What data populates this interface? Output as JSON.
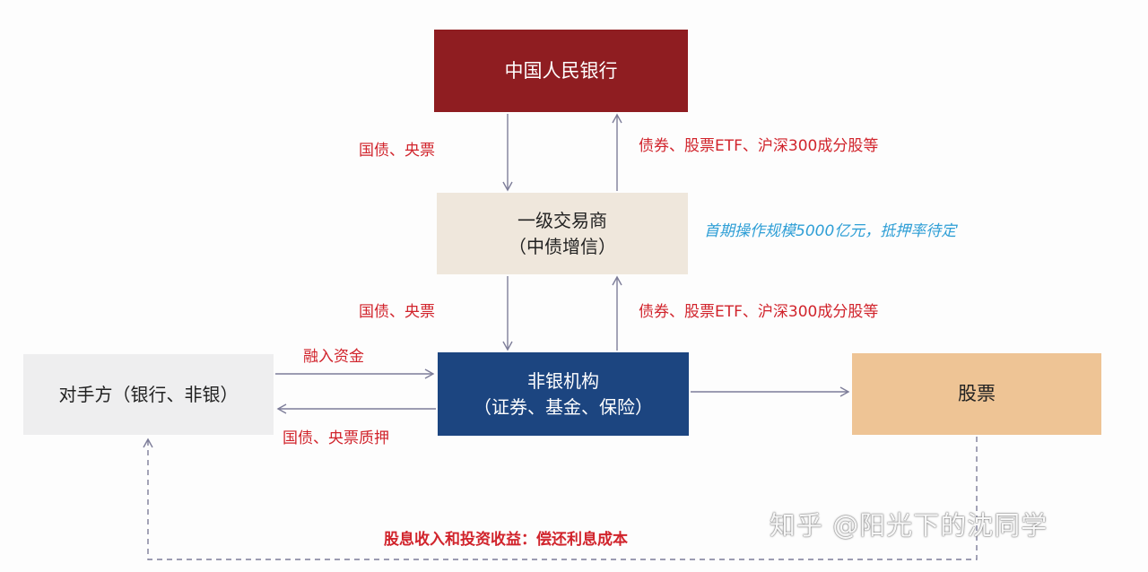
{
  "nodes": {
    "pboc": "中国人民银行",
    "dealer_line1": "一级交易商",
    "dealer_line2": "（中债增信）",
    "nonbank_line1": "非银机构",
    "nonbank_line2": "（证券、基金、保险）",
    "counterparty": "对手方（银行、非银）",
    "stock": "股票"
  },
  "edge_labels": {
    "pboc_to_dealer": "国债、央票",
    "dealer_to_pboc": "债券、股票ETF、沪深300成分股等",
    "dealer_note": "首期操作规模5000亿元，抵押率待定",
    "dealer_to_nonbank": "国债、央票",
    "nonbank_to_dealer": "债券、股票ETF、沪深300成分股等",
    "counterparty_to_nonbank": "融入资金",
    "nonbank_to_counterparty": "国债、央票质押",
    "stock_return_loop": "股息收入和投资收益：偿还利息成本"
  },
  "watermark": "知乎 @阳光下的沈同学",
  "colors": {
    "pboc_box": "#8f1d21",
    "dealer_box": "#efe7dc",
    "nonbank_box": "#1c4580",
    "counterparty_box": "#eeeeef",
    "stock_box": "#eec495",
    "label_red": "#d1242c",
    "label_blue": "#2f9fd6",
    "arrow": "#7d7d99"
  }
}
